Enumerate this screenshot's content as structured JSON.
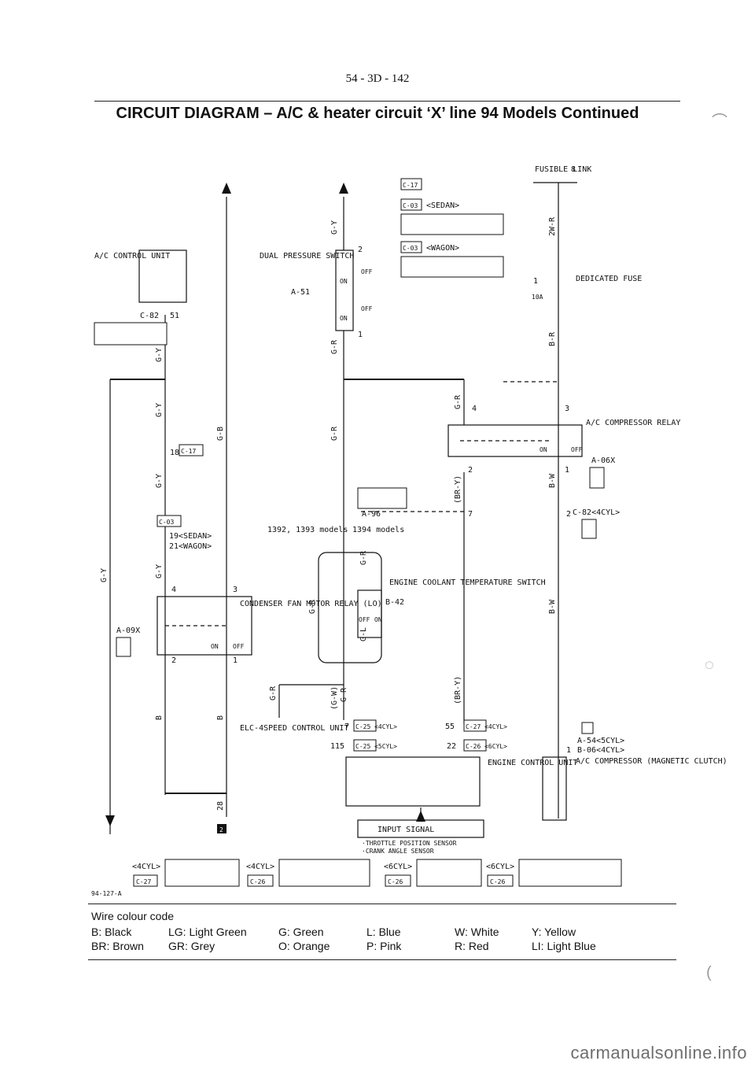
{
  "page_number": "54 - 3D - 142",
  "title": "CIRCUIT DIAGRAM – A/C & heater circuit ‘X’ line 94 Models Continued",
  "drawing_code": "94-127-A",
  "watermark": "carmanualsonline.info",
  "legend": {
    "title": "Wire colour code",
    "entries": [
      "B: Black",
      "BR: Brown",
      "LG: Light Green",
      "GR: Grey",
      "G: Green",
      "O: Orange",
      "L: Blue",
      "P: Pink",
      "W: White",
      "R: Red",
      "Y: Yellow",
      "LI: Light Blue"
    ]
  },
  "components": {
    "ac_control_unit": "A/C CONTROL UNIT",
    "dual_pressure_switch": "DUAL PRESSURE SWITCH",
    "fusible_link": "FUSIBLE LINK",
    "fusible_link_number": "8",
    "dedicated_fuse": "DEDICATED FUSE",
    "fuse_number": "1",
    "fuse_rating": "10A",
    "ac_compressor_relay": "A/C COMPRESSOR RELAY",
    "condenser_fan_motor_relay": "CONDENSER FAN MOTOR RELAY (LO)",
    "engine_coolant_temperature_switch": "ENGINE COOLANT TEMPERATURE SWITCH",
    "elc_4speed_control_unit": "ELC-4SPEED CONTROL UNIT",
    "engine_control_unit": "ENGINE CONTROL UNIT",
    "ac_compressor_magnetic_clutch": "A/C COMPRESSOR (MAGNETIC CLUTCH)",
    "input_signal": "INPUT SIGNAL",
    "input_signal_items": [
      "·THROTTLE POSITION SENSOR",
      "·CRANK ANGLE SENSOR"
    ]
  },
  "connectors": {
    "c82": "C-82",
    "c17": "C-17",
    "c03": "C-03",
    "c03_sedan": "<SEDAN>",
    "c03_wagon": "<WAGON>",
    "a51": "A-51",
    "a09x": "A-09X",
    "a96": "A-96",
    "b42": "B-42",
    "a06x": "A-06X",
    "c82_4cyl": "C-82<4CYL>",
    "a54": "A-54<5CYL>",
    "b06": "B-06<4CYL>",
    "c25_4cyl": "C-25 <4CYL>",
    "c25_5cyl": "C-25 <5CYL>",
    "c27_4cyl": "C-27 <4CYL>",
    "c26_6cyl": "C-26 <6CYL>",
    "sedan_wagon": [
      "19<SEDAN>",
      "21<WAGON>"
    ],
    "models_1392": "1392, 1393 models",
    "models_1394": "1394 models",
    "bottom": [
      {
        "variant": "<4CYL>",
        "name": "C-27"
      },
      {
        "variant": "<4CYL>",
        "name": "C-26"
      },
      {
        "variant": "<6CYL>",
        "name": "C-26"
      },
      {
        "variant": "<6CYL>",
        "name": "C-26"
      }
    ],
    "ground_symbol": "2"
  },
  "pins": {
    "p51": "51",
    "p2": "2",
    "p1": "1",
    "p18": "18",
    "p4": "4",
    "p3": "3",
    "p7": "7",
    "p55": "55",
    "p22": "22",
    "p115": "115",
    "p28": "28"
  },
  "switch_states": {
    "on": "ON",
    "off": "OFF"
  },
  "wires": {
    "gy": "G-Y",
    "gr": "G-R",
    "gb": "G-B",
    "b": "B",
    "gl": "G-L",
    "gw": "(G-W)",
    "bryl": "(BR-Y)",
    "bw": "B-W",
    "br": "B-R",
    "2wr": "2W-R",
    "b_plain": "B"
  }
}
